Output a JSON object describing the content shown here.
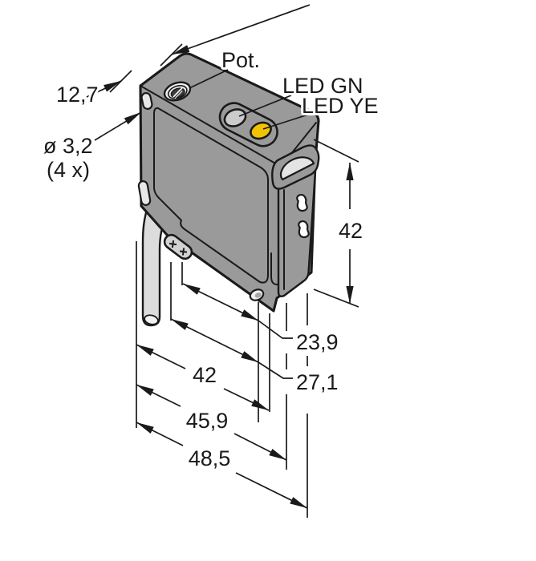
{
  "drawing": {
    "kind": "technical dimension drawing",
    "subject": "photoelectric sensor with side lens block and bottom cable",
    "units_style": "millimetres with comma decimals",
    "background": "#ffffff"
  },
  "labels": {
    "pot": "Pot.",
    "led_green": "LED GN",
    "led_yellow": "LED YE"
  },
  "dimensions": {
    "top_width": "12,7",
    "hole_diameter": "ø 3,2",
    "hole_count": "(4 x)",
    "height": "42",
    "hole_offset_short": "23,9",
    "hole_offset_long": "27,1",
    "length_body": "42",
    "length_mid": "45,9",
    "length_total": "48,5"
  },
  "colors": {
    "body_gray": "#9a9a9a",
    "detail_light": "#d2d2d2",
    "hole_light": "#e8e8e8",
    "lens_light": "#e4e4e4",
    "led_green_unlit": "#cbcbcb",
    "led_yellow": "#f2c303",
    "cable_gray": "#dcdcdc",
    "screw_dark": "#3f3f3f",
    "line_black": "#1a1a1a"
  }
}
